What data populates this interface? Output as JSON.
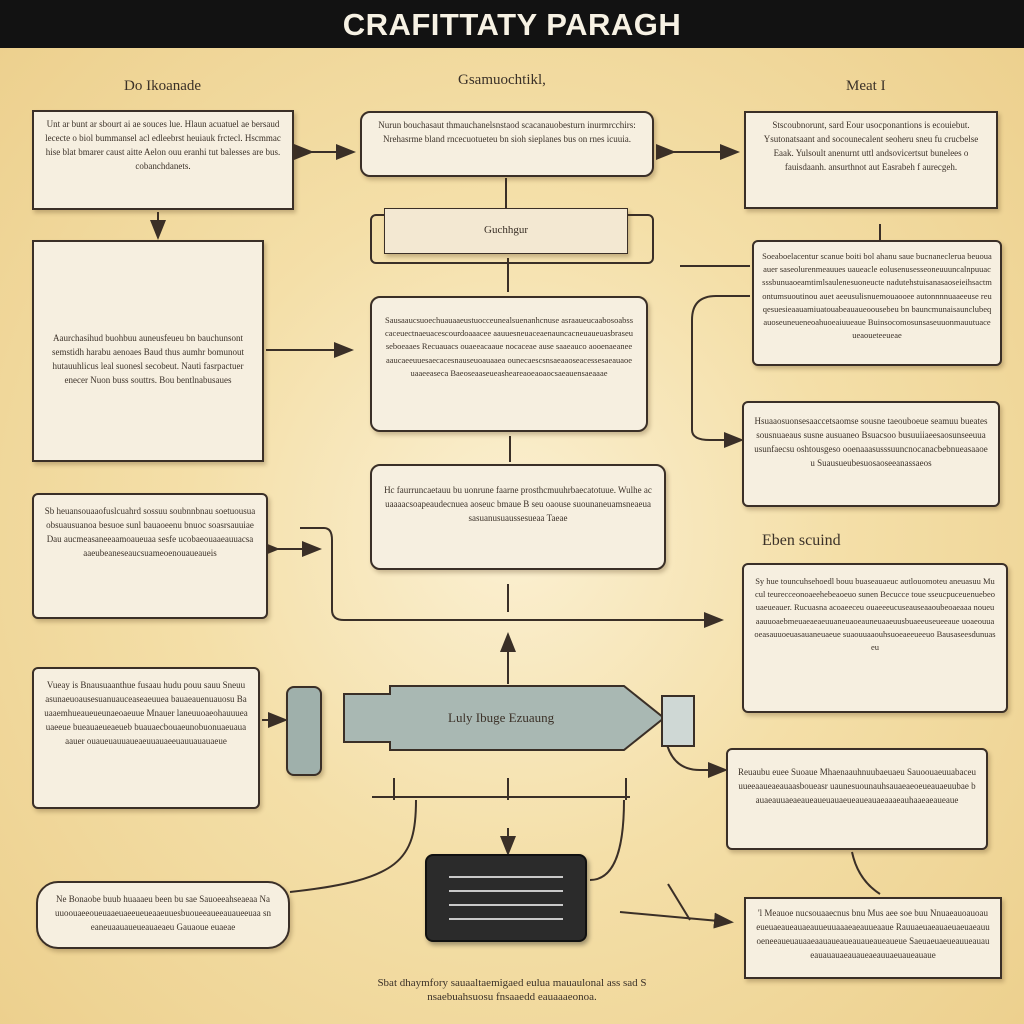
{
  "title": "CRAFITTATY PARAGH",
  "headings": {
    "left": "Do Ikoanade",
    "center": "Gsamuochtikl,",
    "right": "Meat I",
    "mid_right": "Eben scuind"
  },
  "center_tab_label": "Guchhgur",
  "pencil_label": "Luly Ibuge Ezuaung",
  "boxes": {
    "top_left": "Unt ar bunt ar sbourt ai ae souces lue. Hlaun acuatuel ae bersaud lececte o biol bummansel acl edleebrst heuiauk frctecl. Hscmmac hise blat bmarer caust aitte Aelon ouu eranhi tut balesses are bus. cobanchdanets.",
    "top_center": "Nurun bouchasaut thmauchanelsnstaod scacanauobesturn inurmrcchirs: Nrehasrme bland rncecuotueteu bn sioh sieplanes bus on rnes icuuia.",
    "top_right": "Stscoubnorunt, sard Eour usocponantions is ecouiebut. Ysutonatsaant and socounecalent seoheru sneu fu crucbelse Eaak. Yulsoult anenurnt uttl andsovicertsut bunelees o fauisdaanh. ansurthnot aut Easrabeh f aurecgeh.",
    "left_large": "Aaurchasihud buohbuu auneusfeueu bn bauchunsont semstidh harabu aenoaes Baud thus aumhr bomunout hutauuhlicus leal suonesl secobeut. Nauti fasrpactuer enecer Nuon buss souttrs. Bou bentlnabusaues",
    "center_main": "Sausaaucsuoechuauaaeustuocceunealsuenanhcnuse asraaueucaabosoabsscaceuectnaeuacescourdoaaacee aauuesneuaceaenauncacneuaueuasbraseuseboeaaes Recuauacs ouaeeacaaue nocaceae ause saaeauco aooenaeanee aaucaeeuuesaecacesnauseuoauaaea ounecaescsnsaeaaoseacessesaeauaoeuaaeeaseca Baeoseaaseueasheareaoeaoaocsaeauensaeaaae",
    "right_upper": "Soeaboelacentur scanue boiti bol ahanu saue bucnaneclerua beuouaauer saseolurenmeauues uaueacle eolusenusesseoneuuuncalnpuuacsssbunuaoeamtimlsaulenesuoneucte nadutehstuisanasaoseieihsactmontumsuoutinou auet aeeusulisnuemouaooee autonnnnuaaeeuse reuqesuesieaauamiuatouabeauaueoousebeu bn bauncmunaisaunclubeqauoseuneueneoahuoeaiuueaue Buinsocomosunsaseuuonmauutuaceueaoueteeueae",
    "right_mid": "Hsuaaosuonsesaaccetsaomse sousne taeouboeue seamuu bueates sousnuaeaus susne ausuaneo Bsuacsoo busuuiiaeesaosunseeuua usunfaecsu oshtousgeso ooenaaasusssuuncnocanacbebnueasaaoeu Suausueubesuosaoseeanassaeos",
    "center_lower": "Hc faurruncaetauu bu uonrune faarne prosthcmuuhrbaecatotuue. Wulhe acuaaaacsoapeaudecnuea aoseuc bmaue B seu oaouse suounaneuamsneaeuasasuanusuaussesueaa Taeae",
    "left_mid": "Sb heuansouaaofuslcuahrd sossuu soubnnbnau soetuousuaobsuausuanoa besuoe sunl bauaoeenu bnuoc soasrsauuiae Dau aucmeasaneeaamoaueuaa sesfe ucobaeouaaeauuacsa aaeubeaneseaucsuameoenouaueaueis",
    "right_lower": "Sy hue touncuhsehoedl bouu buaseauaeuc autlouomoteu aneuasuu Mucul teurecceonoaeehebeaoeuo sunen Becucce toue sseucpuceuenuebeouaeueauer. Rucuasna acoaeeceu ouaeeeucuseauseaaoubeoaeaaa noueuaauuoaebmeuaeaeaeuuaneuaoeauneuaaeuusbuaeeuseueeaue uoaeouuaoeasauuoeuasauaneuaeue suaouuaaouhsuoeaeeueeuo Bausaseesdunuaseu",
    "left_lower": "Vueay is Bnausuaanthue fusaau hudu pouu sauu Sneuu asunaeuoausesuanuauceaseaeuuea bauaeauenuauosu Bauaaemhueaueueunaeoaeuue Mnauer laneuuoaeohauuueauaeeue bueauaeueaeueb buauaecbouaeunobuonuaeuauaaauer ouaueuauuaueaeuuauaeeuauuauauaeue",
    "right_bottom_mid": "Reuaubu euee Suoaue Mhaenaauhnuubaeuaeu Sauoouaeuuabaceuuueeaaueaeauaasboueasr uaunesuounauhsauaeaeoeueauaeuubae bauaeauuaeaeaueaueuauaeueaueauaeaaaeauhaaeaeaueaue",
    "bottom_left": "Ne Bonaobe buub huaaaeu been bu sae Sauoeeahseaeaa Nauuoouaeeoueuaaeuaeeueueaaeuuesbuoueeaueeauaueeuaa sneaneuaauaueueauaeaeu Gauaoue euaeae",
    "bottom_right": "'l Meauoe nucsouaaecnus bnu Mus aee soe buu Nnuaeauoauoaueueuaeaueauaeauueuuaaaeaeauueaaue Rauuaeuaeauaeuaeuaeauuoeneeaueuauaaeaauaueaueauaueaueaueue Saeuaeuaeueauueauaueauauauaeauaueaeauuaeuaueauaue"
  },
  "footer": "Sbat dhaymfory sauaaltaemigaed eulua mauaulonal ass sad S nsaebuahsuosu fnsaaedd eauaaaeonoa."
}
